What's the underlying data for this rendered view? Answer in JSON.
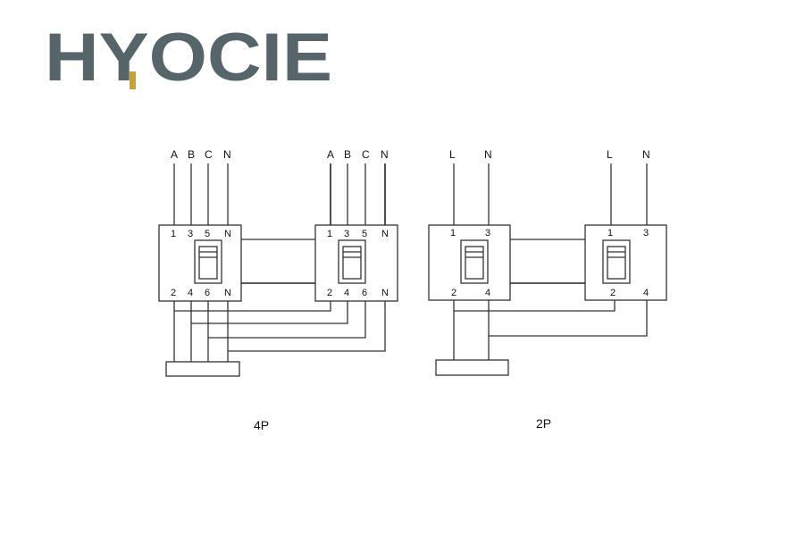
{
  "brand": {
    "name": "HYOCIE",
    "text_color": "#56656a",
    "accent_color": "#c9a227"
  },
  "diagram_4p": {
    "caption": "4P",
    "phases_left": [
      "A",
      "B",
      "C",
      "N"
    ],
    "phases_right": [
      "A",
      "B",
      "C",
      "N"
    ],
    "top_terminals": [
      "1",
      "3",
      "5",
      "N"
    ],
    "bottom_terminals": [
      "2",
      "4",
      "6",
      "N"
    ]
  },
  "diagram_2p": {
    "caption": "2P",
    "phases_left": [
      "L",
      "N"
    ],
    "phases_right": [
      "L",
      "N"
    ],
    "top_terminals": [
      "1",
      "3"
    ],
    "bottom_terminals": [
      "2",
      "4"
    ]
  }
}
